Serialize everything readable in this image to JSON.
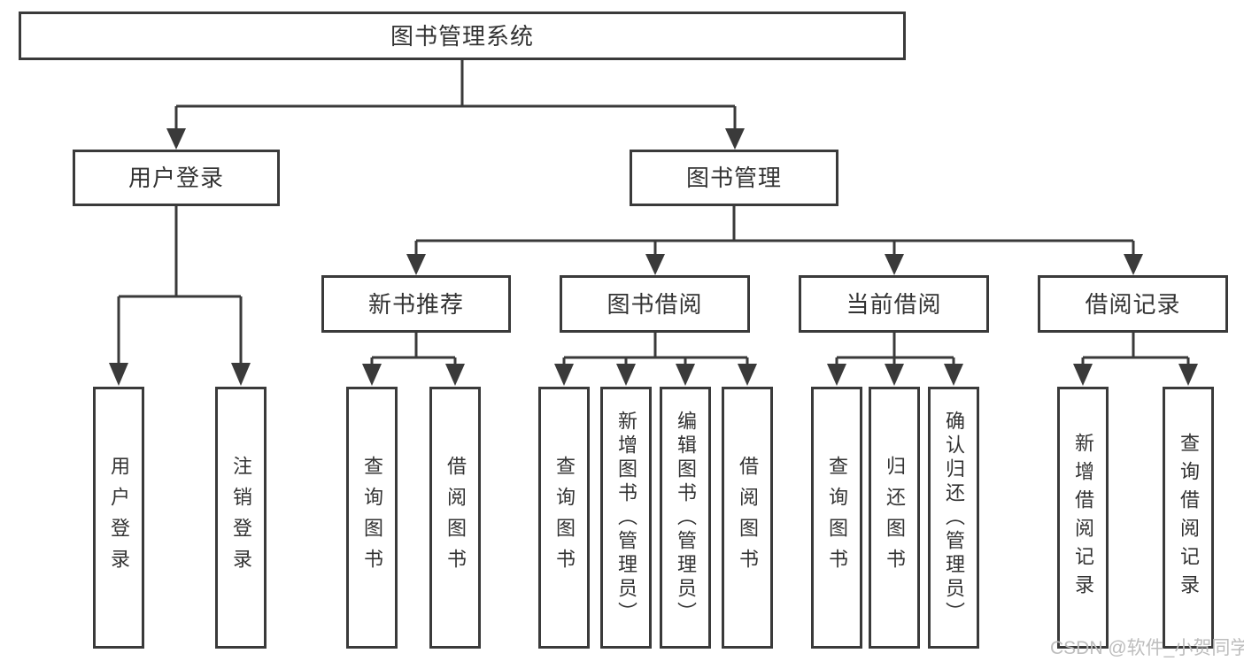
{
  "diagram": {
    "title": "图书管理系统",
    "watermark": "CSDN @软件_小贺同学",
    "colors": {
      "line": "#3a3a3a",
      "text": "#333333",
      "background": "#ffffff",
      "watermark": "#bdbdbd"
    }
  },
  "nodes": {
    "root": {
      "label": "图书管理系统"
    },
    "userLogin": {
      "label": "用户登录"
    },
    "bookMgmt": {
      "label": "图书管理"
    },
    "newBookRec": {
      "label": "新书推荐"
    },
    "bookBorrow": {
      "label": "图书借阅"
    },
    "currentBorrow": {
      "label": "当前借阅"
    },
    "borrowRecord": {
      "label": "借阅记录"
    },
    "leafUserLogin": {
      "label": "用户登录"
    },
    "leafLogout": {
      "label": "注销登录"
    },
    "leafQueryBook1": {
      "label": "查询图书"
    },
    "leafBorrowBook1": {
      "label": "借阅图书"
    },
    "leafQueryBook2": {
      "label": "查询图书"
    },
    "leafAddBook": {
      "label": "新增图书（管理员）"
    },
    "leafEditBook": {
      "label": "编辑图书（管理员）"
    },
    "leafBorrowBook2": {
      "label": "借阅图书"
    },
    "leafQueryBook3": {
      "label": "查询图书"
    },
    "leafReturnBook": {
      "label": "归还图书"
    },
    "leafConfirmReturn": {
      "label": "确认归还（管理员）"
    },
    "leafAddRecord": {
      "label": "新增借阅记录"
    },
    "leafQueryRecord": {
      "label": "查询借阅记录"
    }
  },
  "hierarchy": {
    "图书管理系统": {
      "用户登录": [
        "用户登录",
        "注销登录"
      ],
      "图书管理": {
        "新书推荐": [
          "查询图书",
          "借阅图书"
        ],
        "图书借阅": [
          "查询图书",
          "新增图书（管理员）",
          "编辑图书（管理员）",
          "借阅图书"
        ],
        "当前借阅": [
          "查询图书",
          "归还图书",
          "确认归还（管理员）"
        ],
        "借阅记录": [
          "新增借阅记录",
          "查询借阅记录"
        ]
      }
    }
  }
}
